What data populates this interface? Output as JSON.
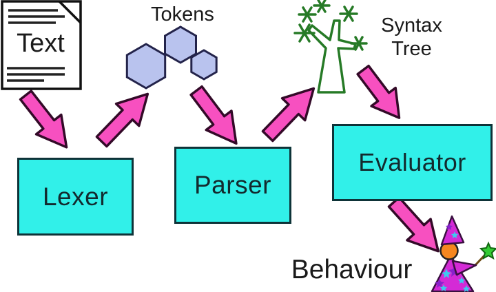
{
  "labels": {
    "text_doc": "Text",
    "tokens": "Tokens",
    "syntax_tree_line1": "Syntax",
    "syntax_tree_line2": "Tree",
    "behaviour": "Behaviour"
  },
  "stages": {
    "lexer": "Lexer",
    "parser": "Parser",
    "evaluator": "Evaluator"
  },
  "icons": [
    "text-document-icon",
    "token-hexagons-icon",
    "syntax-tree-icon",
    "wizard-icon",
    "flow-arrow-icon"
  ],
  "colors": {
    "arrow_pink": "#F750C0",
    "arrow_outline": "#330A28",
    "box_fill": "#31F0E9",
    "box_border": "#0E3338",
    "token_fill": "#B9C3EE",
    "token_outline": "#23234A",
    "tree_green": "#267A26",
    "wizard_magenta": "#D42AD6",
    "wizard_purple": "#8822CC",
    "star_cyan": "#3FC8EE",
    "head_orange": "#F5871F",
    "wand_star_green": "#33CC33",
    "text_black": "#1A1A1A"
  }
}
